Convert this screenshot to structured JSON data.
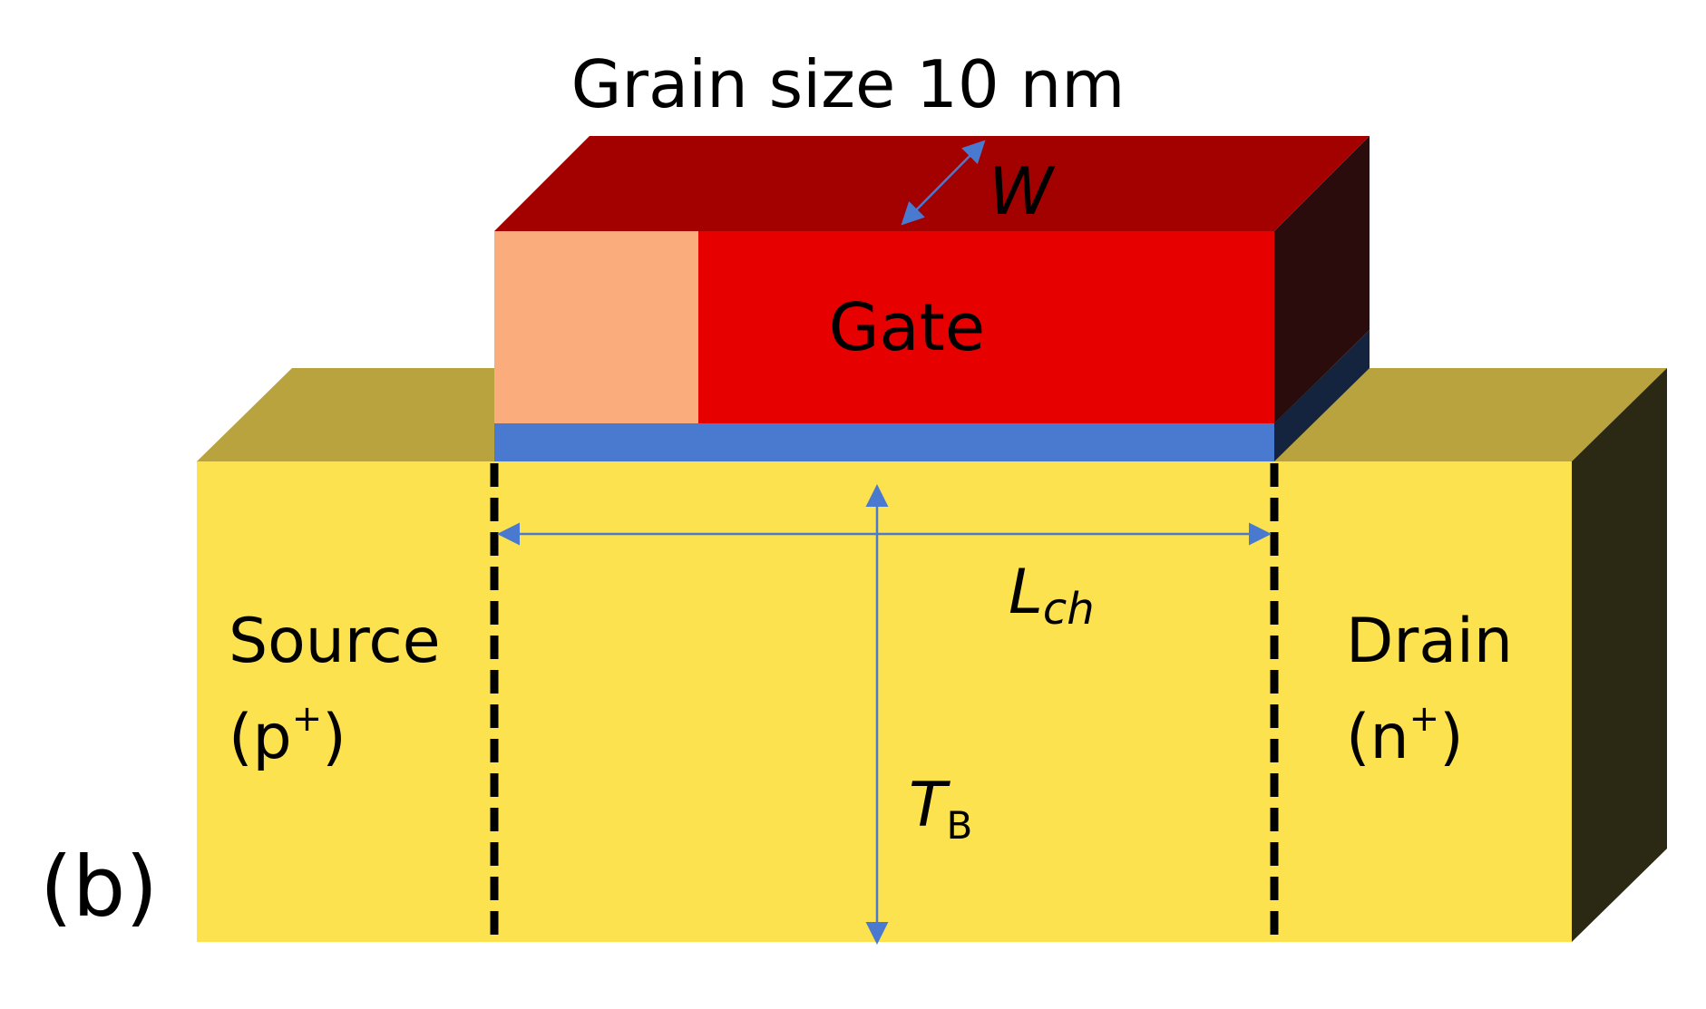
{
  "title": "Grain size 10 nm",
  "panel_label": "(b)",
  "labels": {
    "gate": "Gate",
    "width_symbol": "W",
    "channel_length_main": "L",
    "channel_length_sub": "ch",
    "thickness_main": "T",
    "thickness_sub": "B",
    "source_name": "Source",
    "source_type_open": "(p",
    "source_type_sup": "+",
    "source_type_close": ")",
    "drain_name": "Drain",
    "drain_type_open": "(n",
    "drain_type_sup": "+",
    "drain_type_close": ")"
  },
  "colors": {
    "body_front": "#FCE24F",
    "body_top": "#B8A33E",
    "body_side": "#2B2814",
    "gate_front": "#E60000",
    "gate_top": "#A30000",
    "gate_side": "#2A0C0C",
    "grain_block": "#FBAC7C",
    "oxide": "#4A7AD0",
    "oxide_side": "#14233E",
    "arrow": "#4A7AD0",
    "boundary": "#000000"
  }
}
